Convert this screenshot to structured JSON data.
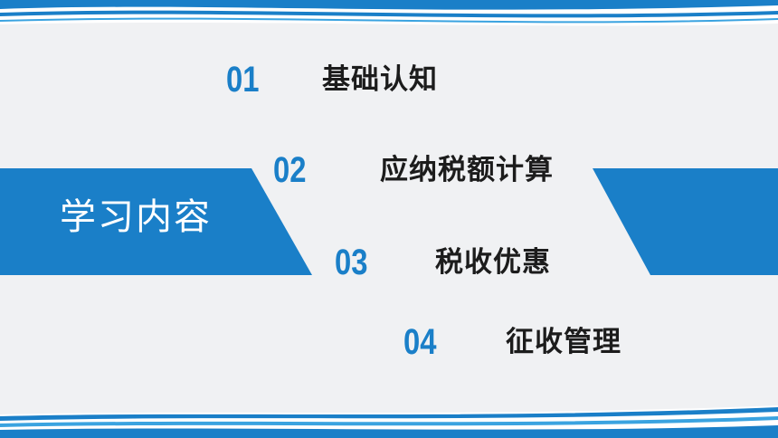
{
  "banner": {
    "title": "学习内容",
    "color": "#1a7fc8"
  },
  "items": [
    {
      "num": "01",
      "label": "基础认知"
    },
    {
      "num": "02",
      "label": "应纳税额计算"
    },
    {
      "num": "03",
      "label": "税收优惠"
    },
    {
      "num": "04",
      "label": "征收管理"
    }
  ],
  "colors": {
    "background": "#f0f1f3",
    "accent": "#1a7fc8",
    "text": "#1c1c1c"
  }
}
